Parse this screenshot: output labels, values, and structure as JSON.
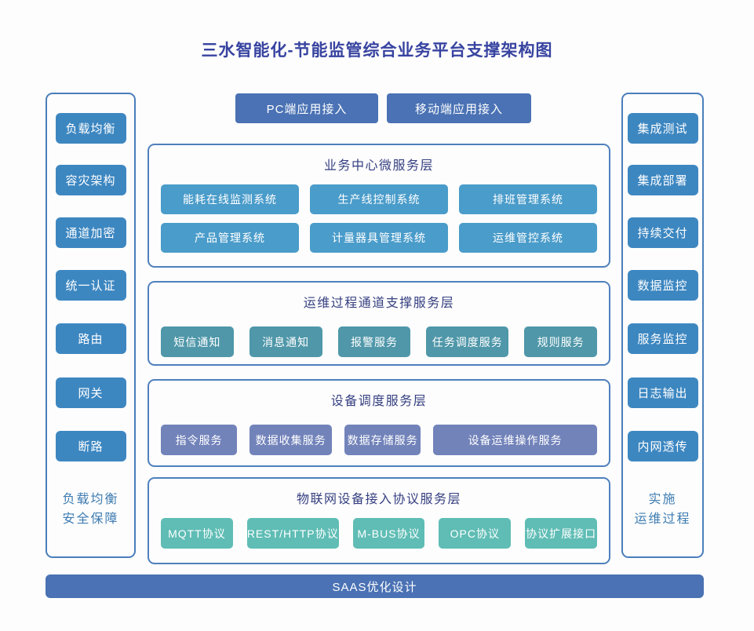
{
  "title": "三水智能化-节能监管综合业务平台支撑架构图",
  "top_buttons": [
    "PC端应用接入",
    "移动端应用接入"
  ],
  "left_panel": {
    "items": [
      "负载均衡",
      "容灾架构",
      "通道加密",
      "统一认证",
      "路由",
      "网关",
      "断路"
    ],
    "caption": [
      "负载均衡",
      "安全保障"
    ]
  },
  "right_panel": {
    "items": [
      "集成测试",
      "集成部署",
      "持续交付",
      "数据监控",
      "服务监控",
      "日志输出",
      "内网透传"
    ],
    "caption": [
      "实施",
      "运维过程"
    ]
  },
  "sections": [
    {
      "title": "业务中心微服务层",
      "items": [
        "能耗在线监测系统",
        "生产线控制系统",
        "排班管理系统",
        "产品管理系统",
        "计量器具管理系统",
        "运维管控系统"
      ]
    },
    {
      "title": "运维过程通道支撑服务层",
      "items": [
        "短信通知",
        "消息通知",
        "报警服务",
        "任务调度服务",
        "规则服务"
      ]
    },
    {
      "title": "设备调度服务层",
      "items": [
        "指令服务",
        "数据收集服务",
        "数据存储服务",
        "设备运维操作服务"
      ]
    },
    {
      "title": "物联网设备接入协议服务层",
      "items": [
        "MQTT协议",
        "REST/HTTP协议",
        "M-BUS协议",
        "OPC协议",
        "协议扩展接口"
      ]
    }
  ],
  "bottom_bar": "SAAS优化设计",
  "colors": {
    "title_text": "#3743a0",
    "layer_title_text": "#353f80",
    "access_button": "#4a72b4",
    "side_box": "#3d87c1",
    "layer1_node": "#4a9cca",
    "layer2_node": "#4f97a9",
    "layer3_node": "#7283ba",
    "layer4_node": "#5fbdb5",
    "panel_border": "#4a7ebb",
    "caption_text": "#3e7cb1",
    "bottom_bar": "#4a72b4"
  }
}
